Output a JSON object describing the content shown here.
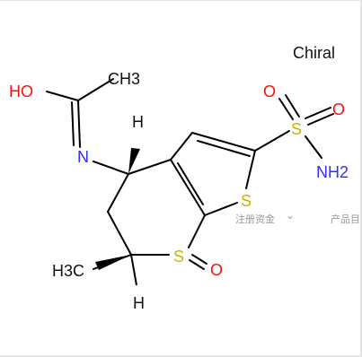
{
  "chiral_label": "Chiral",
  "atom_labels": {
    "ch3_top": "CH3",
    "oh": "HO",
    "n_imine": "N",
    "h_top": "H",
    "o_sulfonyl_1": "O",
    "o_sulfonyl_2": "O",
    "s_sulfonyl": "S",
    "nh2": "NH2",
    "s_thiophene": "S",
    "s_ring": "S",
    "o_ring": "O",
    "h3c": "H3C",
    "h_bottom": "H"
  },
  "overlay": {
    "menu_item": "注册资金",
    "chevron": "⌄",
    "product_label": "产品目"
  },
  "colors": {
    "bond": "#000000",
    "oxygen": "#ff0d0d",
    "nitrogen": "#2e2eff",
    "sulfur": "#c8b400",
    "carbon": "#111111"
  }
}
